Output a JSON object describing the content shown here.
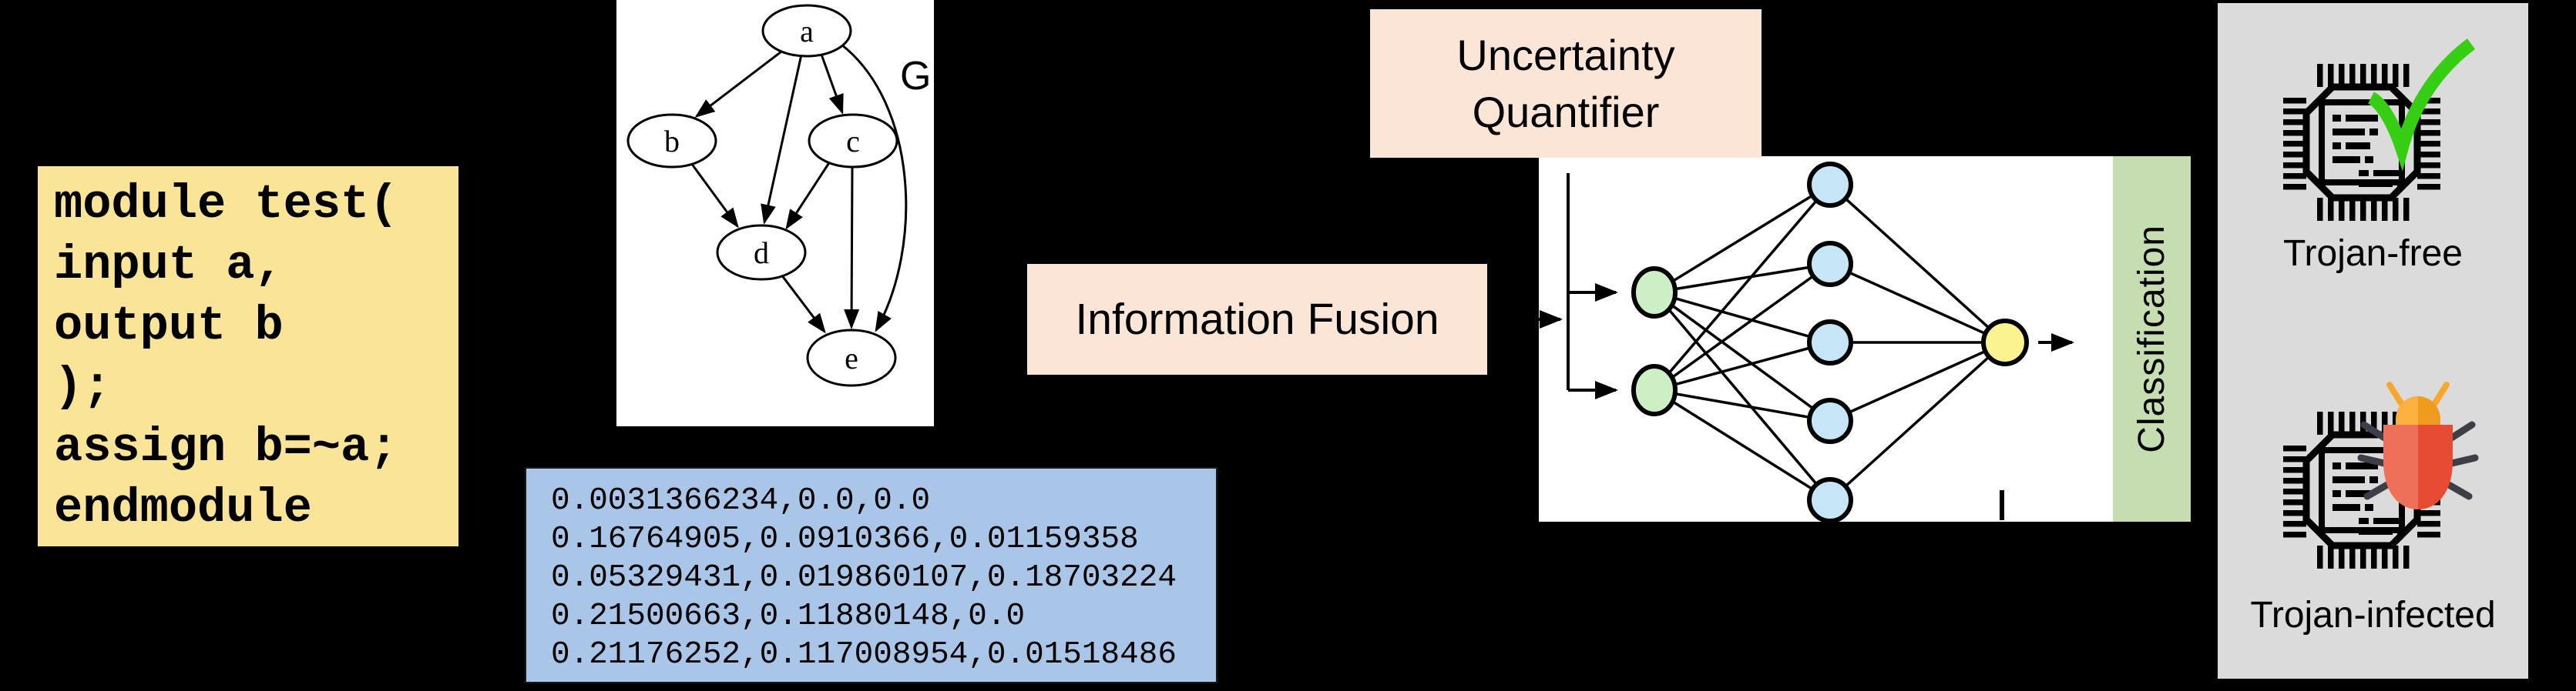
{
  "colors": {
    "background": "#000000",
    "code_box_bg": "#FAE498",
    "features_box_bg": "#A9C6E8",
    "label_box_bg": "#FBE5D6",
    "classification_bar_bg": "#C5DDB1",
    "results_panel_bg": "#DBDBDB",
    "check_green": "#35CE12",
    "bug_orange": "#F9A62C",
    "bug_red": "#E84B33",
    "nn_input_node": "#CDEFC5",
    "nn_hidden_node": "#C6E6F8",
    "nn_output_node": "#FBF290"
  },
  "code_block": {
    "text": "module test(\ninput a,\noutput b\n);\nassign b=~a;\nendmodule"
  },
  "graph": {
    "title": "G",
    "nodes": [
      "a",
      "b",
      "c",
      "d",
      "e"
    ],
    "edges": [
      "a→b",
      "a→c",
      "a→d",
      "a→e",
      "b→d",
      "c→d",
      "c→e",
      "d→e"
    ]
  },
  "feature_vector": {
    "lines": [
      "0.0031366234,0.0,0.0",
      "0.16764905,0.0910366,0.01159358",
      "0.05329431,0.019860107,0.18703224",
      "0.21500663,0.11880148,0.0",
      "0.21176252,0.117008954,0.01518486"
    ]
  },
  "information_fusion": {
    "label": "Information Fusion"
  },
  "uncertainty_quantifier": {
    "label": "Uncertainty\nQuantifier"
  },
  "neural_network": {
    "input_nodes": 2,
    "hidden_nodes": 5,
    "output_nodes": 1
  },
  "classification": {
    "label": "Classification"
  },
  "results": {
    "trojan_free": {
      "label": "Trojan-free",
      "icon": "chip-check-icon"
    },
    "trojan_infected": {
      "label": "Trojan-infected",
      "icon": "chip-bug-icon"
    }
  }
}
